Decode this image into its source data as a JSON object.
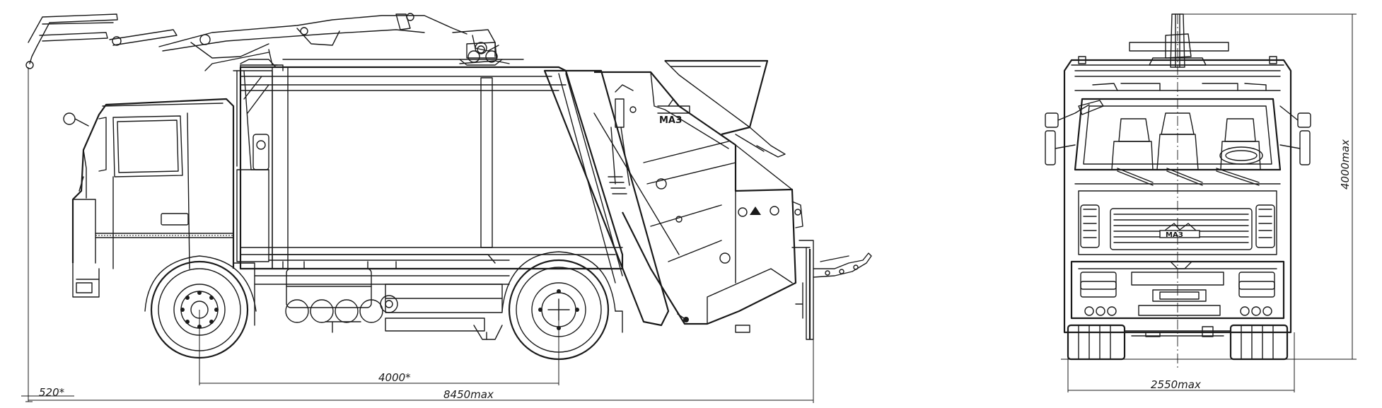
{
  "dimensions": {
    "ground_clearance": "520*",
    "wheelbase": "4000*",
    "overall_length": "8450max",
    "overall_width": "2550max",
    "overall_height": "4000max"
  },
  "colors": {
    "line": "#1a1a1a",
    "background": "#ffffff"
  }
}
